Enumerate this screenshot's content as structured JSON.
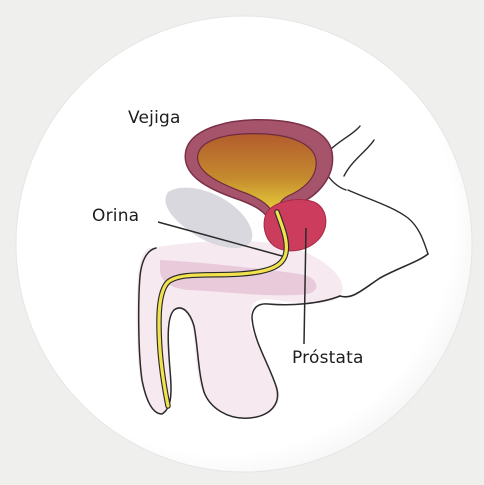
{
  "labels": {
    "bladder": "Vejiga",
    "urine": "Orina",
    "prostate": "Próstata"
  },
  "colors": {
    "background": "#efefee",
    "circle": "#ffffff",
    "bladder_wall": "#a25068",
    "bladder_fill": "#b8612b",
    "urine": "#f0e250",
    "prostate": "#cc3d5d",
    "skin": "#f4e8ee",
    "outline": "#2a2a2a"
  }
}
